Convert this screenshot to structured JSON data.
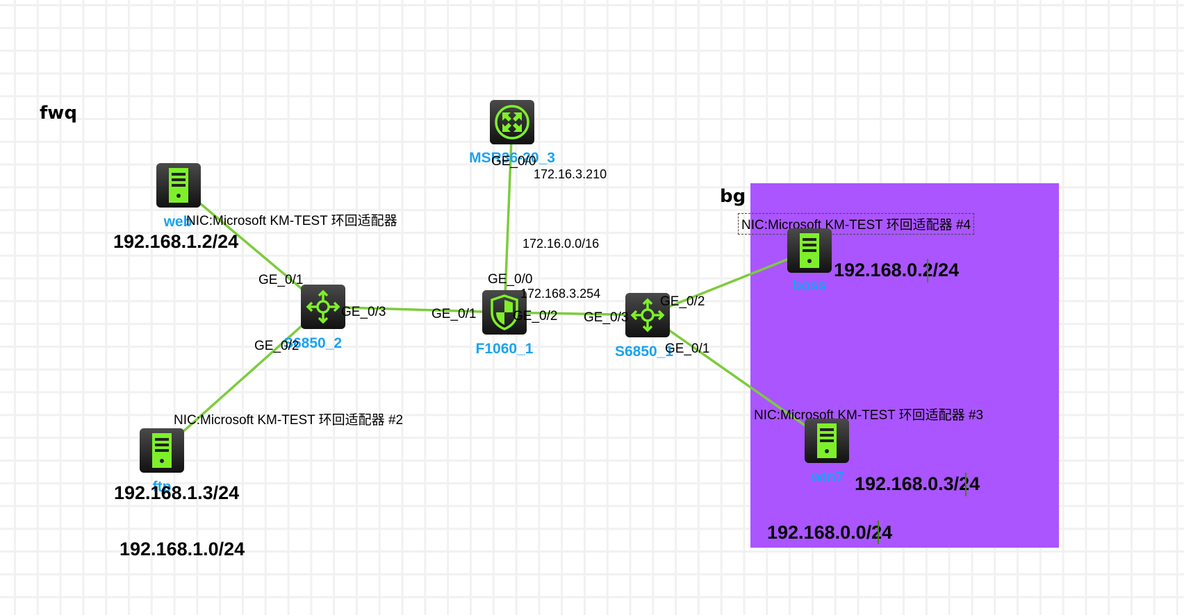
{
  "colors": {
    "link": "#7ccc3c",
    "device_green": "#7ef02a",
    "device_name": "#1aa3f0",
    "area_bg": "#aa55ff"
  },
  "areas": {
    "fwq": {
      "title": "fwq",
      "subnet": "192.168.1.0/24"
    },
    "bg": {
      "title": "bg",
      "subnet": "192.168.0.0/24"
    }
  },
  "devices": {
    "msr": {
      "name": "MSR36-20_3",
      "icon": "router-icon"
    },
    "web": {
      "name": "web",
      "icon": "server-icon",
      "ip": "192.168.1.2/24",
      "nic": "NIC:Microsoft KM-TEST 环回适配器"
    },
    "ftp": {
      "name": "ftp",
      "icon": "server-icon",
      "ip": "192.168.1.3/24",
      "nic": "NIC:Microsoft KM-TEST 环回适配器 #2"
    },
    "s6850_2": {
      "name": "S6850_2",
      "icon": "switch-icon"
    },
    "f1060": {
      "name": "F1060_1",
      "icon": "firewall-icon"
    },
    "s6850_1": {
      "name": "S6850_1",
      "icon": "switch-icon"
    },
    "boss": {
      "name": "boss",
      "icon": "server-icon",
      "ip": "192.168.0.2/24",
      "nic": "NIC:Microsoft KM-TEST 环回适配器 #4"
    },
    "win7": {
      "name": "win7",
      "icon": "server-icon",
      "ip": "192.168.0.3/24",
      "nic": "NIC:Microsoft KM-TEST 环回适配器 #3"
    }
  },
  "ports": {
    "msr_ge00": "GE_0/0",
    "msr_ip": "172.16.3.210",
    "net_172": "172.16.0.0/16",
    "f_ge00": "GE_0/0",
    "f_ip": "172.168.3.254",
    "s2_ge01": "GE_0/1",
    "s2_ge03": "GE_0/3",
    "s2_ge02": "GE_0/2",
    "f_ge01": "GE_0/1",
    "f_ge02": "GE_0/2",
    "s1_ge03": "GE_0/3",
    "s1_ge02": "GE_0/2",
    "s1_ge01": "GE_0/1"
  }
}
